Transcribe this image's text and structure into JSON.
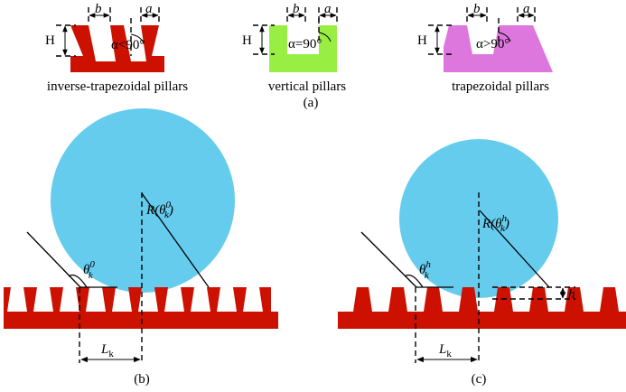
{
  "panel_a": {
    "label": "(a)",
    "dim_b": "b",
    "dim_a": "a",
    "dim_H": "H",
    "pillars": [
      {
        "name": "inverse-trapezoidal pillars",
        "angle": "α<90°",
        "color": "#cc1100"
      },
      {
        "name": "vertical pillars",
        "angle": "α=90°",
        "color": "#99ee44"
      },
      {
        "name": "trapezoidal pillars",
        "angle": "α>90°",
        "color": "#dd77dd"
      }
    ]
  },
  "panel_b": {
    "label": "(b)",
    "radius_label": "R(θ",
    "radius_sup": "0",
    "radius_sub": "k",
    "theta_symbol": "θ",
    "theta_sup": "0",
    "theta_sub": "k",
    "L_symbol": "L",
    "L_sub": "k"
  },
  "panel_c": {
    "label": "(c)",
    "radius_label": "R(θ",
    "radius_sup": "h",
    "radius_sub": "k",
    "theta_symbol": "θ",
    "theta_sup": "h",
    "theta_sub": "k",
    "L_symbol": "L",
    "L_sub": "k",
    "h_label": "h"
  },
  "colors": {
    "substrate": "#cc1100",
    "droplet": "#66ccee",
    "vertical": "#99ee44",
    "trapezoidal": "#dd77dd"
  }
}
